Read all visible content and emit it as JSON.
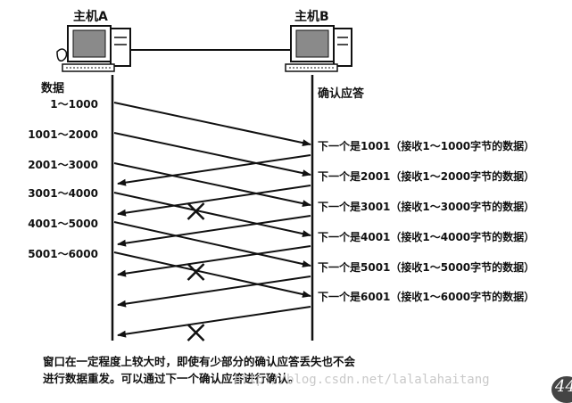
{
  "hosts": {
    "a": {
      "label": "主机A",
      "column_label": "数据"
    },
    "b": {
      "label": "主机B",
      "column_label": "确认应答"
    }
  },
  "data_ranges": [
    "1～1000",
    "1001～2000",
    "2001～3000",
    "3001～4000",
    "4001～5000",
    "5001～6000"
  ],
  "acks": [
    "下一个是1001（接收1～1000字节的数据）",
    "下一个是2001（接收1～2000字节的数据）",
    "下一个是3001（接收1～3000字节的数据）",
    "下一个是4001（接收1～4000字节的数据）",
    "下一个是5001（接收1～5000字节的数据）",
    "下一个是6001（接收1～6000字节的数据）"
  ],
  "lost_acks": [
    1,
    3,
    5
  ],
  "caption": {
    "line1": "窗口在一定程度上较大时，即使有少部分的确认应答丢失也不会",
    "line2": "进行数据重发。可以通过下一个确认应答进行确认。"
  },
  "watermark": "http://blog.csdn.net/lalalahaitang",
  "page_number": "44"
}
